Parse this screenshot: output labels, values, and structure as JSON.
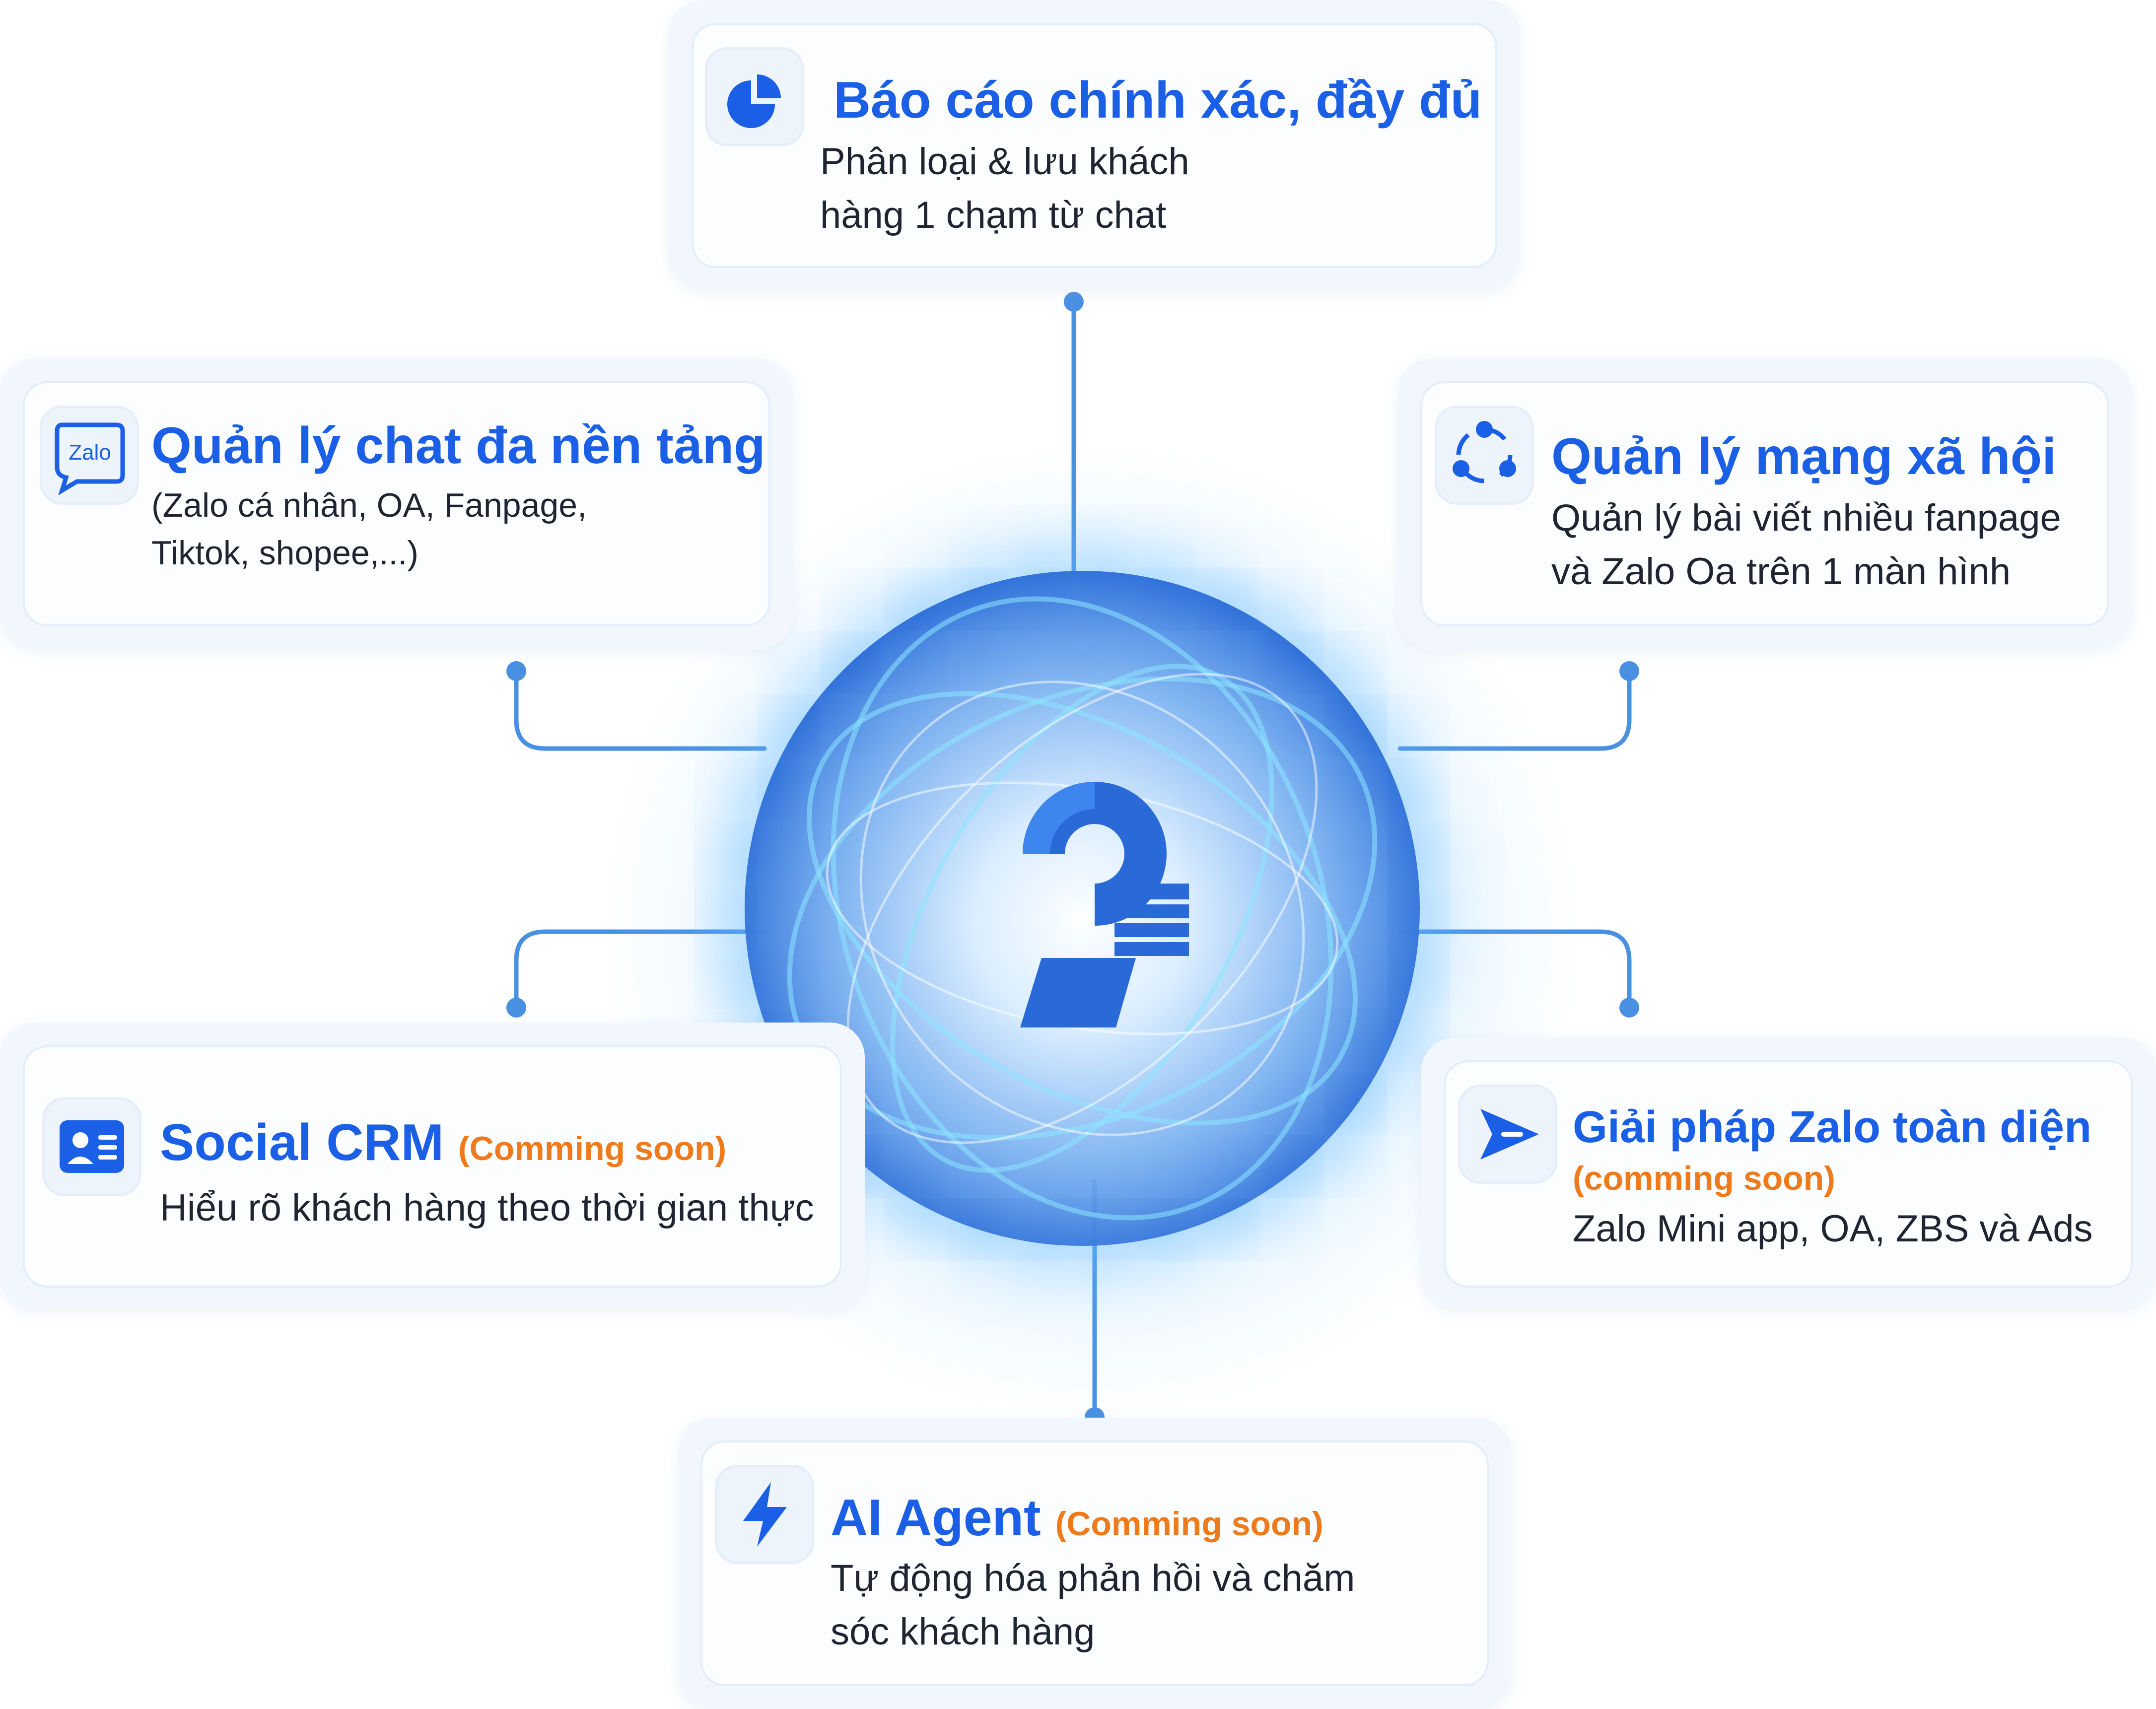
{
  "colors": {
    "accent": "#1a5fe6",
    "soon": "#ee7a1b",
    "text": "#1e2530",
    "connector": "#4a90e2",
    "card_outer": "#f1f7fd",
    "card_inner": "#fbfdff"
  },
  "center": {
    "logo_icon": "brand-logo-icon"
  },
  "cards": [
    {
      "id": "report",
      "icon": "pie-chart-icon",
      "title": "Báo cáo chính xác, đầy đủ",
      "soon": "",
      "desc_lines": [
        "Phân loại & lưu khách",
        "hàng 1 chạm từ chat"
      ]
    },
    {
      "id": "chat",
      "icon": "zalo-icon",
      "icon_text": "Zalo",
      "title": "Quản lý chat đa nền tảng",
      "soon": "",
      "desc_lines": [
        "(Zalo cá nhân, OA, Fanpage,",
        "Tiktok, shopee,...)"
      ]
    },
    {
      "id": "social",
      "icon": "share-network-icon",
      "title": "Quản lý mạng xã hội",
      "soon": "",
      "desc_lines": [
        "Quản lý bài viết nhiều fanpage",
        "và Zalo Oa trên 1 màn hình"
      ]
    },
    {
      "id": "crm",
      "icon": "contact-card-icon",
      "title": "Social CRM",
      "soon": "(Comming soon)",
      "desc_lines": [
        "Hiểu rõ khách hàng theo thời gian thực"
      ]
    },
    {
      "id": "zalo",
      "icon": "send-icon",
      "title": "Giải pháp Zalo toàn diện",
      "soon": "(comming soon)",
      "desc_lines": [
        "Zalo Mini app, OA, ZBS và Ads"
      ]
    },
    {
      "id": "ai",
      "icon": "lightning-icon",
      "title": "AI Agent",
      "soon": "(Comming soon)",
      "desc_lines": [
        "Tự động hóa phản hồi và chăm",
        "sóc khách hàng"
      ]
    }
  ]
}
